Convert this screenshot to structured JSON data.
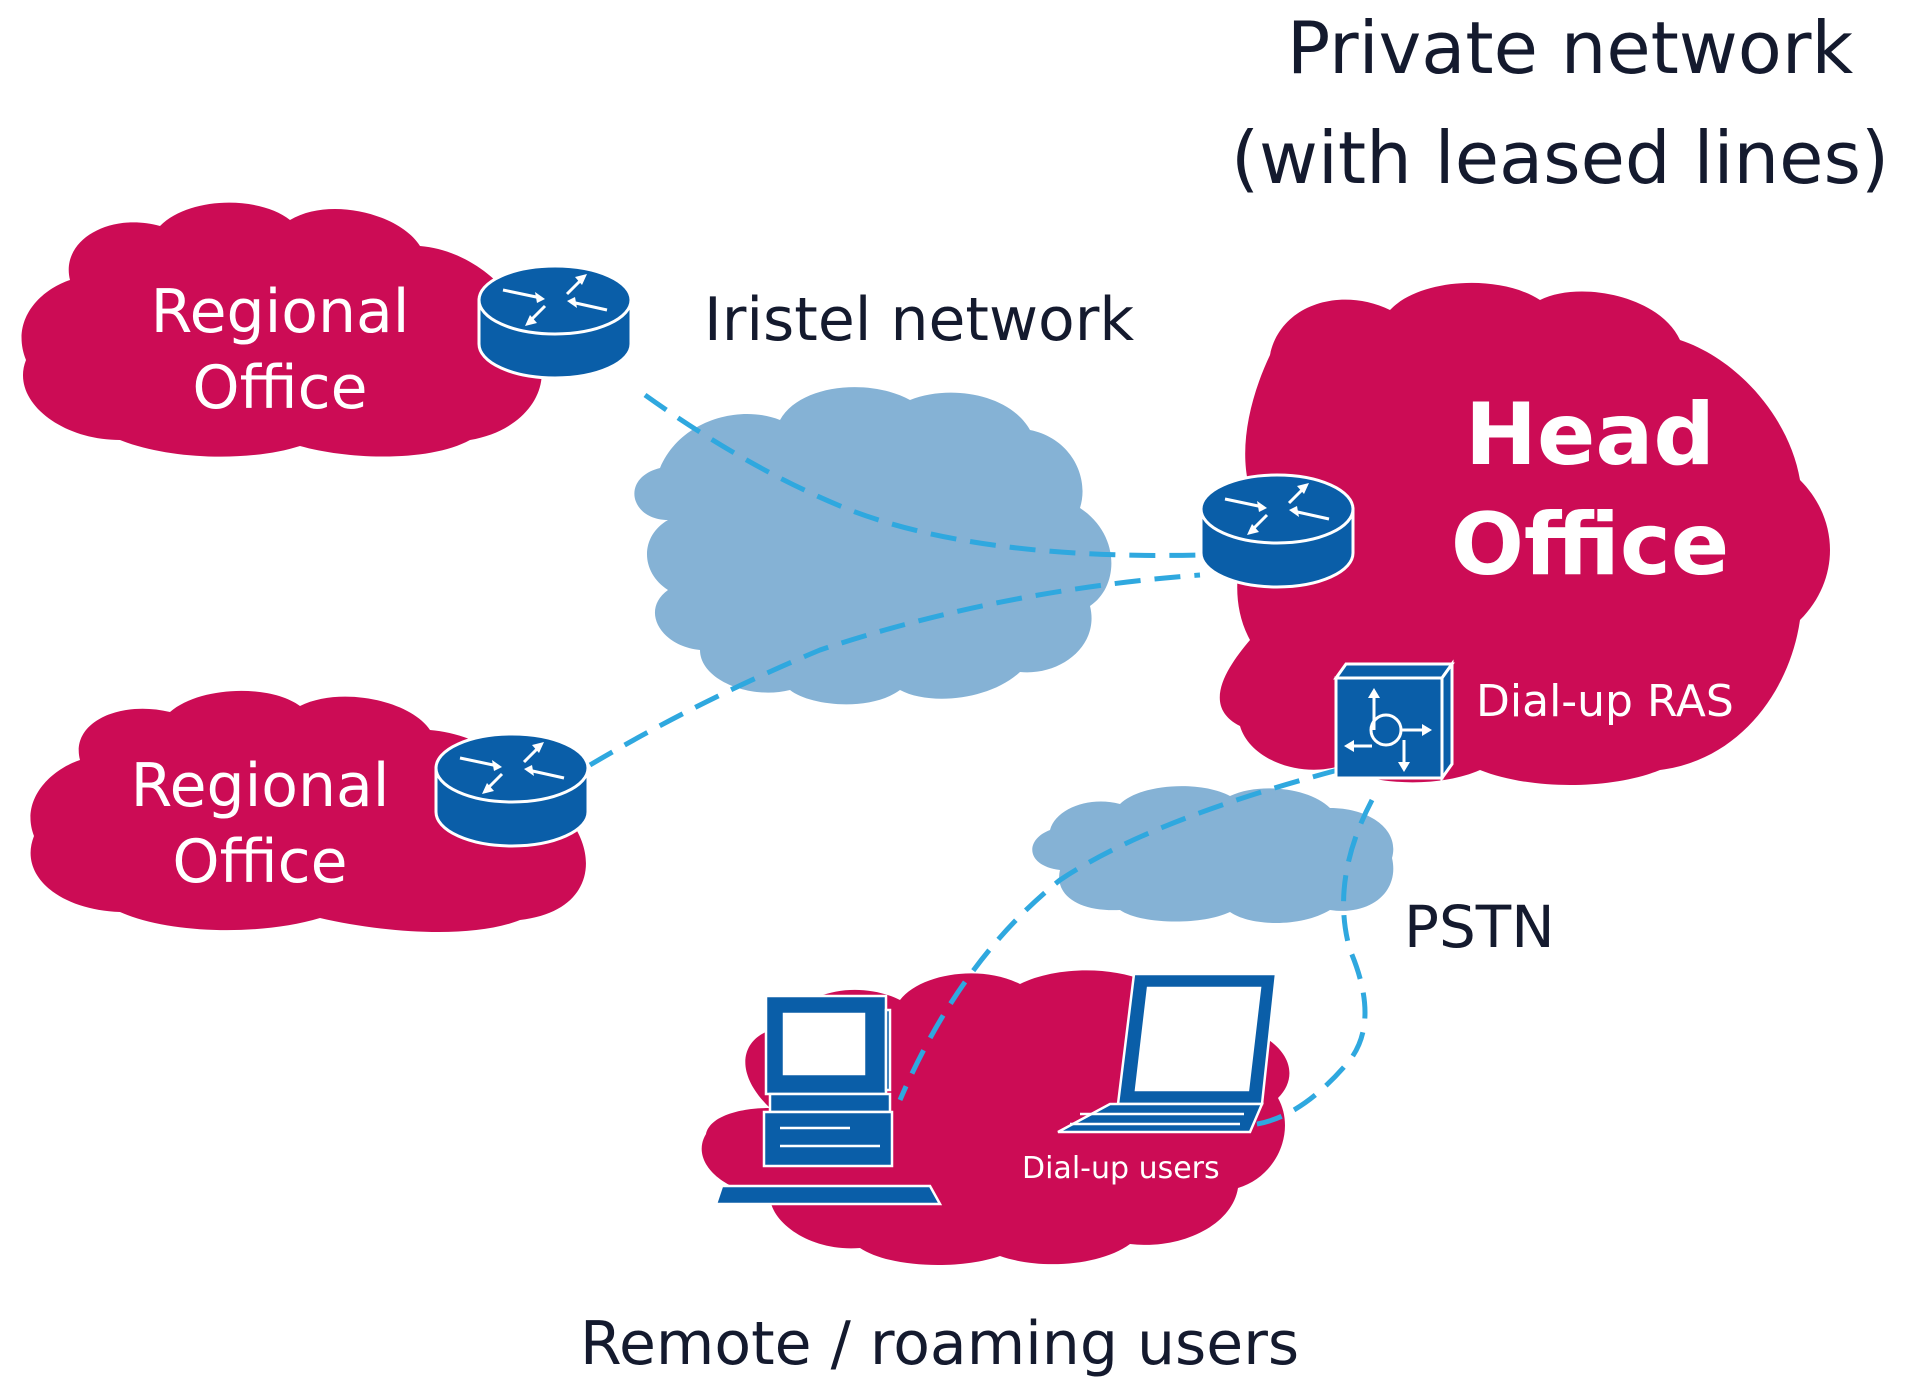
{
  "title": {
    "line1": "Private network",
    "line2": "(with leased lines)"
  },
  "labels": {
    "regional_office_top": {
      "line1": "Regional",
      "line2": "Office"
    },
    "regional_office_bottom": {
      "line1": "Regional",
      "line2": "Office"
    },
    "head_office": {
      "line1": "Head",
      "line2": "Office"
    },
    "iristel_network": "Iristel network",
    "dial_up_ras": "Dial-up RAS",
    "pstn": "PSTN",
    "dial_up_users": "Dial-up users",
    "remote_users": "Remote / roaming users"
  },
  "icons": [
    "router-icon",
    "router-icon",
    "router-icon",
    "access-server-icon",
    "desktop-computer-icon",
    "laptop-icon"
  ],
  "colors": {
    "office_cloud": "#cc0c55",
    "network_cloud": "#85b2d5",
    "device": "#0a5ea8",
    "link": "#2fa8df",
    "text_dark": "#141a2e",
    "text_light": "#ffffff"
  }
}
